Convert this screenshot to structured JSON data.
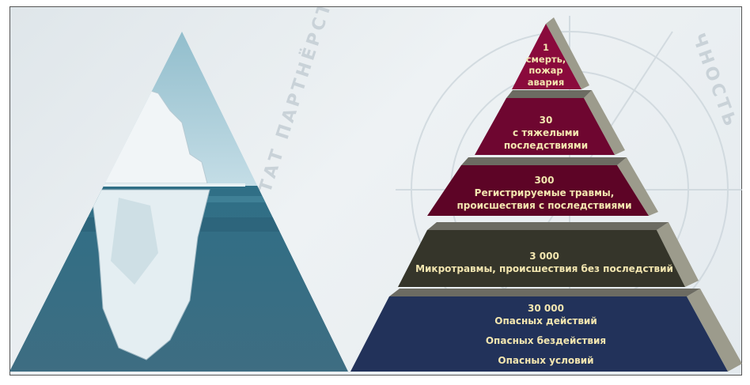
{
  "watermark": {
    "left": "ТАТ ПАРТНЁРСТВО КОМАНДА",
    "right": "ЧНОСТЬ"
  },
  "pyramid": {
    "tiers": [
      {
        "lines": [
          "1",
          "смерть,",
          "пожар",
          "авария"
        ]
      },
      {
        "lines": [
          "30",
          "с тяжелыми",
          "последствиями"
        ]
      },
      {
        "lines": [
          "300",
          "Регистрируемые травмы,",
          "происшествия с последствиями"
        ]
      },
      {
        "lines": [
          "3 000",
          "Микротравмы, происшествия без последствий"
        ]
      },
      {
        "lines": [
          "30 000",
          "Опасных действий",
          "Опасных бездействия",
          "Опасных условий"
        ]
      }
    ]
  },
  "colors": {
    "tier_top": "#8a0a3c",
    "tier_red": "#6e0630",
    "tier_dark": "#35352a",
    "tier_blue": "#22325a",
    "side": "#9c9b8c"
  }
}
